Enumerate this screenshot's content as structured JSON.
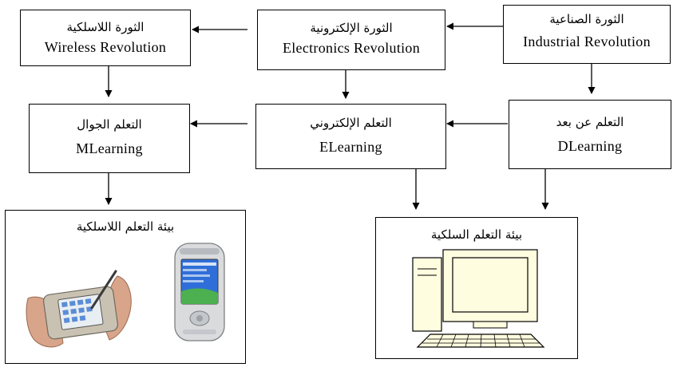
{
  "nodes": {
    "wireless_revolution": {
      "ar": "الثورة اللاسلكية",
      "en": "Wireless Revolution"
    },
    "electronics_revolution": {
      "ar": "الثورة الإلكترونية",
      "en": "Electronics  Revolution"
    },
    "industrial_revolution": {
      "ar": "الثورة الصناعية",
      "en": "Industrial Revolution"
    },
    "mlearning": {
      "ar": "التعلم الجوال",
      "en": "MLearning"
    },
    "elearning": {
      "ar": "التعلم الإلكتروني",
      "en": "ELearning"
    },
    "dlearning": {
      "ar": "التعلم عن بعد",
      "en": "DLearning"
    }
  },
  "environments": {
    "wireless": {
      "ar": "بيئة التعلم اللاسلكية"
    },
    "wired": {
      "ar": "بيئة التعلم السلكية"
    }
  },
  "icons": {
    "wireless_env": [
      "handheld-device-icon",
      "pda-phone-icon"
    ],
    "wired_env": [
      "desktop-computer-icon"
    ]
  },
  "colors": {
    "computer_fill": "#fffde0",
    "pda_screen": "#2f6ed8"
  }
}
